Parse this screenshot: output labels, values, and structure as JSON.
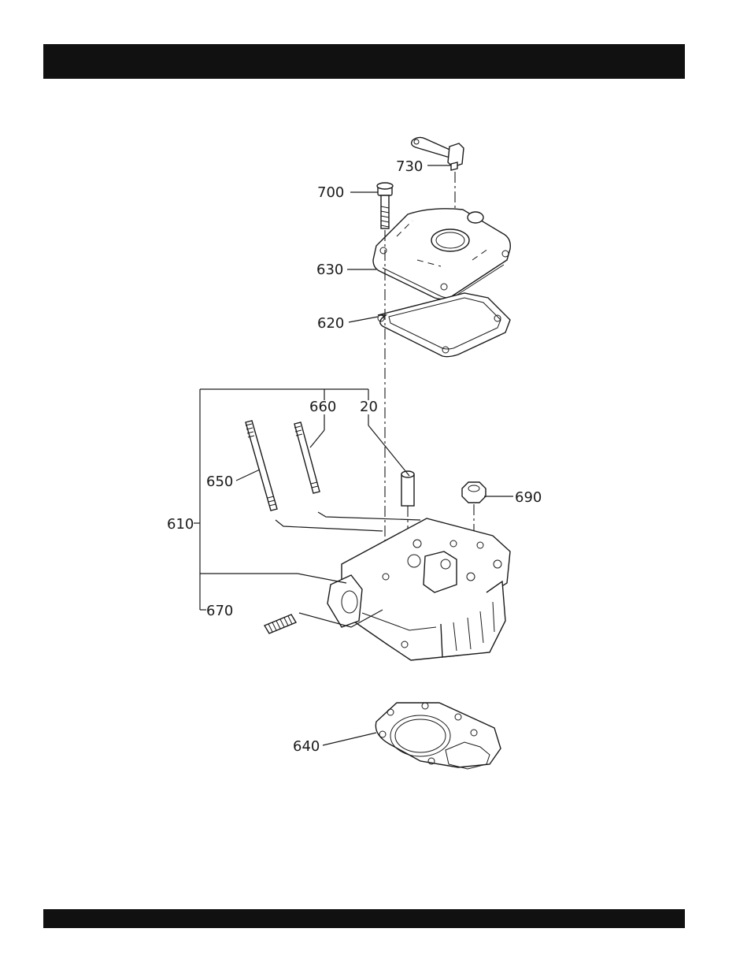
{
  "header": {
    "title": ""
  },
  "footer": {
    "text": ""
  },
  "diagram": {
    "callouts": [
      {
        "id": "730",
        "label": "730"
      },
      {
        "id": "700",
        "label": "700"
      },
      {
        "id": "630",
        "label": "630"
      },
      {
        "id": "620",
        "label": "620"
      },
      {
        "id": "660",
        "label": "660"
      },
      {
        "id": "20",
        "label": "20"
      },
      {
        "id": "650",
        "label": "650"
      },
      {
        "id": "690",
        "label": "690"
      },
      {
        "id": "610",
        "label": "610"
      },
      {
        "id": "670",
        "label": "670"
      },
      {
        "id": "640",
        "label": "640"
      }
    ]
  }
}
